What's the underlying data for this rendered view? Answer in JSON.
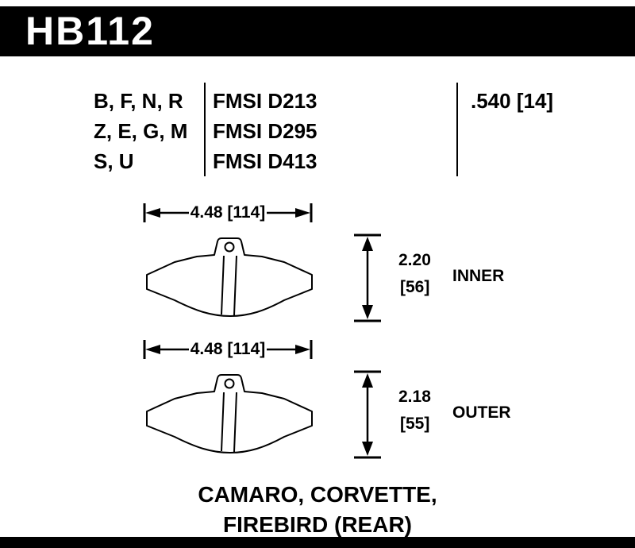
{
  "header": {
    "part_number": "HB112"
  },
  "spec": {
    "compound_rows": [
      "B, F, N, R",
      "Z, E, G, M",
      "S, U"
    ],
    "fmsi_rows": [
      "FMSI D213",
      "FMSI D295",
      "FMSI D413"
    ],
    "pad_thickness": ".540 [14]"
  },
  "inner_pad": {
    "width_dim": "4.48 [114]",
    "height_dim_in": "2.20",
    "height_dim_mm": "[56]",
    "label": "INNER"
  },
  "outer_pad": {
    "width_dim": "4.48 [114]",
    "height_dim_in": "2.18",
    "height_dim_mm": "[55]",
    "label": "OUTER"
  },
  "applications": {
    "line1": "CAMARO, CORVETTE,",
    "line2": "FIREBIRD (REAR)"
  },
  "colors": {
    "bar": "#000000",
    "background": "#ffffff",
    "line": "#000000"
  }
}
